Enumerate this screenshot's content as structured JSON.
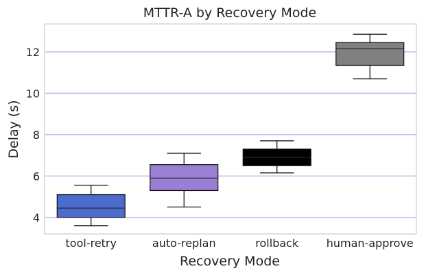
{
  "chart_data": {
    "type": "box",
    "title": "MTTR-A by Recovery Mode",
    "xlabel": "Recovery Mode",
    "ylabel": "Delay (s)",
    "ylim": [
      3.2,
      13.35
    ],
    "yticks": [
      4,
      6,
      8,
      10,
      12
    ],
    "grid": "horizontal",
    "colors": {
      "grid": "#c8bff0",
      "frame": "#cccccc",
      "median": "#222222",
      "whisker": "#000000"
    },
    "categories": [
      "tool-retry",
      "auto-replan",
      "rollback",
      "human-approve"
    ],
    "boxes": [
      {
        "category": "tool-retry",
        "whisker_low": 3.6,
        "q1": 4.0,
        "median": 4.45,
        "q3": 5.1,
        "whisker_high": 5.55,
        "color": "#4c6bcf"
      },
      {
        "category": "auto-replan",
        "whisker_low": 4.5,
        "q1": 5.3,
        "median": 5.9,
        "q3": 6.55,
        "whisker_high": 7.1,
        "color": "#9b7fd4"
      },
      {
        "category": "rollback",
        "whisker_low": 6.15,
        "q1": 6.5,
        "median": 6.9,
        "q3": 7.3,
        "whisker_high": 7.7,
        "color": "#000000"
      },
      {
        "category": "human-approve",
        "whisker_low": 10.7,
        "q1": 11.35,
        "median": 12.15,
        "q3": 12.45,
        "whisker_high": 12.85,
        "color": "#808080"
      }
    ]
  }
}
